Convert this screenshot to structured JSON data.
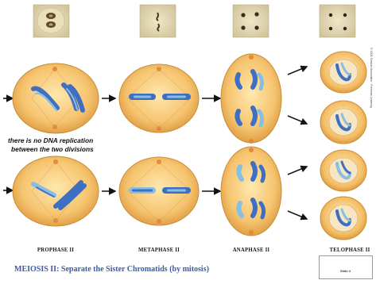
{
  "note": {
    "line1": "there is no DNA replication",
    "line2": "between the two divisions"
  },
  "phases": {
    "prophase": "PROPHASE II",
    "metaphase": "METAPHASE II",
    "anaphase": "ANAPHASE II",
    "telophase": "TELOPHASE II"
  },
  "caption": {
    "title": "MEIOSIS II:",
    "subtitle": "Separate the Sister Chromatids (by mitosis)"
  },
  "credit": "© 2001 Sinauer Associates · Freeman Learning",
  "slide": "Slide 4",
  "colors": {
    "cell_fill": "#f4c26e",
    "cell_edge": "#c98d35",
    "chromatid_dark": "#3f6fc2",
    "chromatid_light": "#86bfe4",
    "micrograph_bg": "#e2d9b6"
  }
}
